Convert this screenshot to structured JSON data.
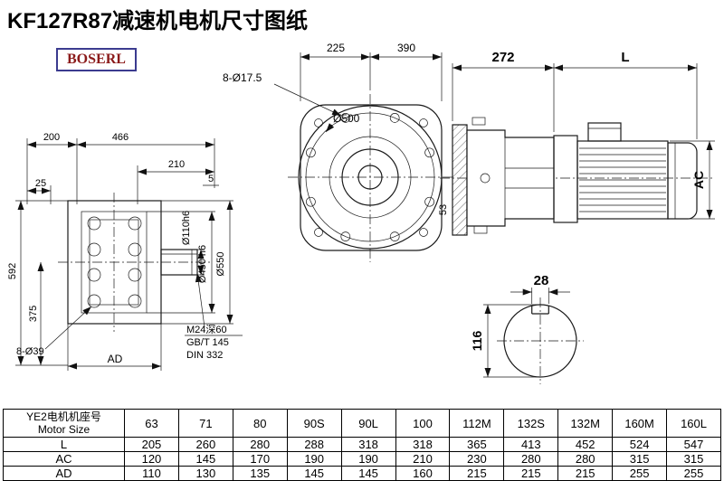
{
  "header": {
    "title": "KF127R87减速机电机尺寸图纸",
    "brand": "BOSERL"
  },
  "dims": {
    "left": {
      "d200": "200",
      "d466": "466",
      "d210": "210",
      "d5": "5",
      "d25": "25",
      "d592": "592",
      "d375": "375",
      "holes": "8-Ø39",
      "ad": "AD",
      "shaft": "Ø110h6",
      "spigot": "Ø450 h6",
      "flange": "Ø550",
      "tap1": "M24深60",
      "tap2": "GB/T 145",
      "tap3": "DIN 332"
    },
    "front": {
      "holes": "8-Ø17.5",
      "bolt_circle": "Ø500",
      "d225": "225",
      "d390": "390",
      "d53": "53"
    },
    "side": {
      "d272": "272",
      "dL": "L",
      "dAC": "AC"
    },
    "section": {
      "d28": "28",
      "d116": "116"
    }
  },
  "table": {
    "row_header_cn": "YE2电机机座号",
    "row_header_en": "Motor Size",
    "motor_sizes": [
      "63",
      "71",
      "80",
      "90S",
      "90L",
      "100",
      "112M",
      "132S",
      "132M",
      "160M",
      "160L"
    ],
    "rows": [
      {
        "label": "L",
        "values": [
          "205",
          "260",
          "280",
          "288",
          "318",
          "318",
          "365",
          "413",
          "452",
          "524",
          "547"
        ]
      },
      {
        "label": "AC",
        "values": [
          "120",
          "145",
          "170",
          "190",
          "190",
          "210",
          "230",
          "280",
          "280",
          "315",
          "315"
        ]
      },
      {
        "label": "AD",
        "values": [
          "110",
          "130",
          "135",
          "145",
          "145",
          "160",
          "215",
          "215",
          "215",
          "255",
          "255"
        ]
      }
    ]
  }
}
